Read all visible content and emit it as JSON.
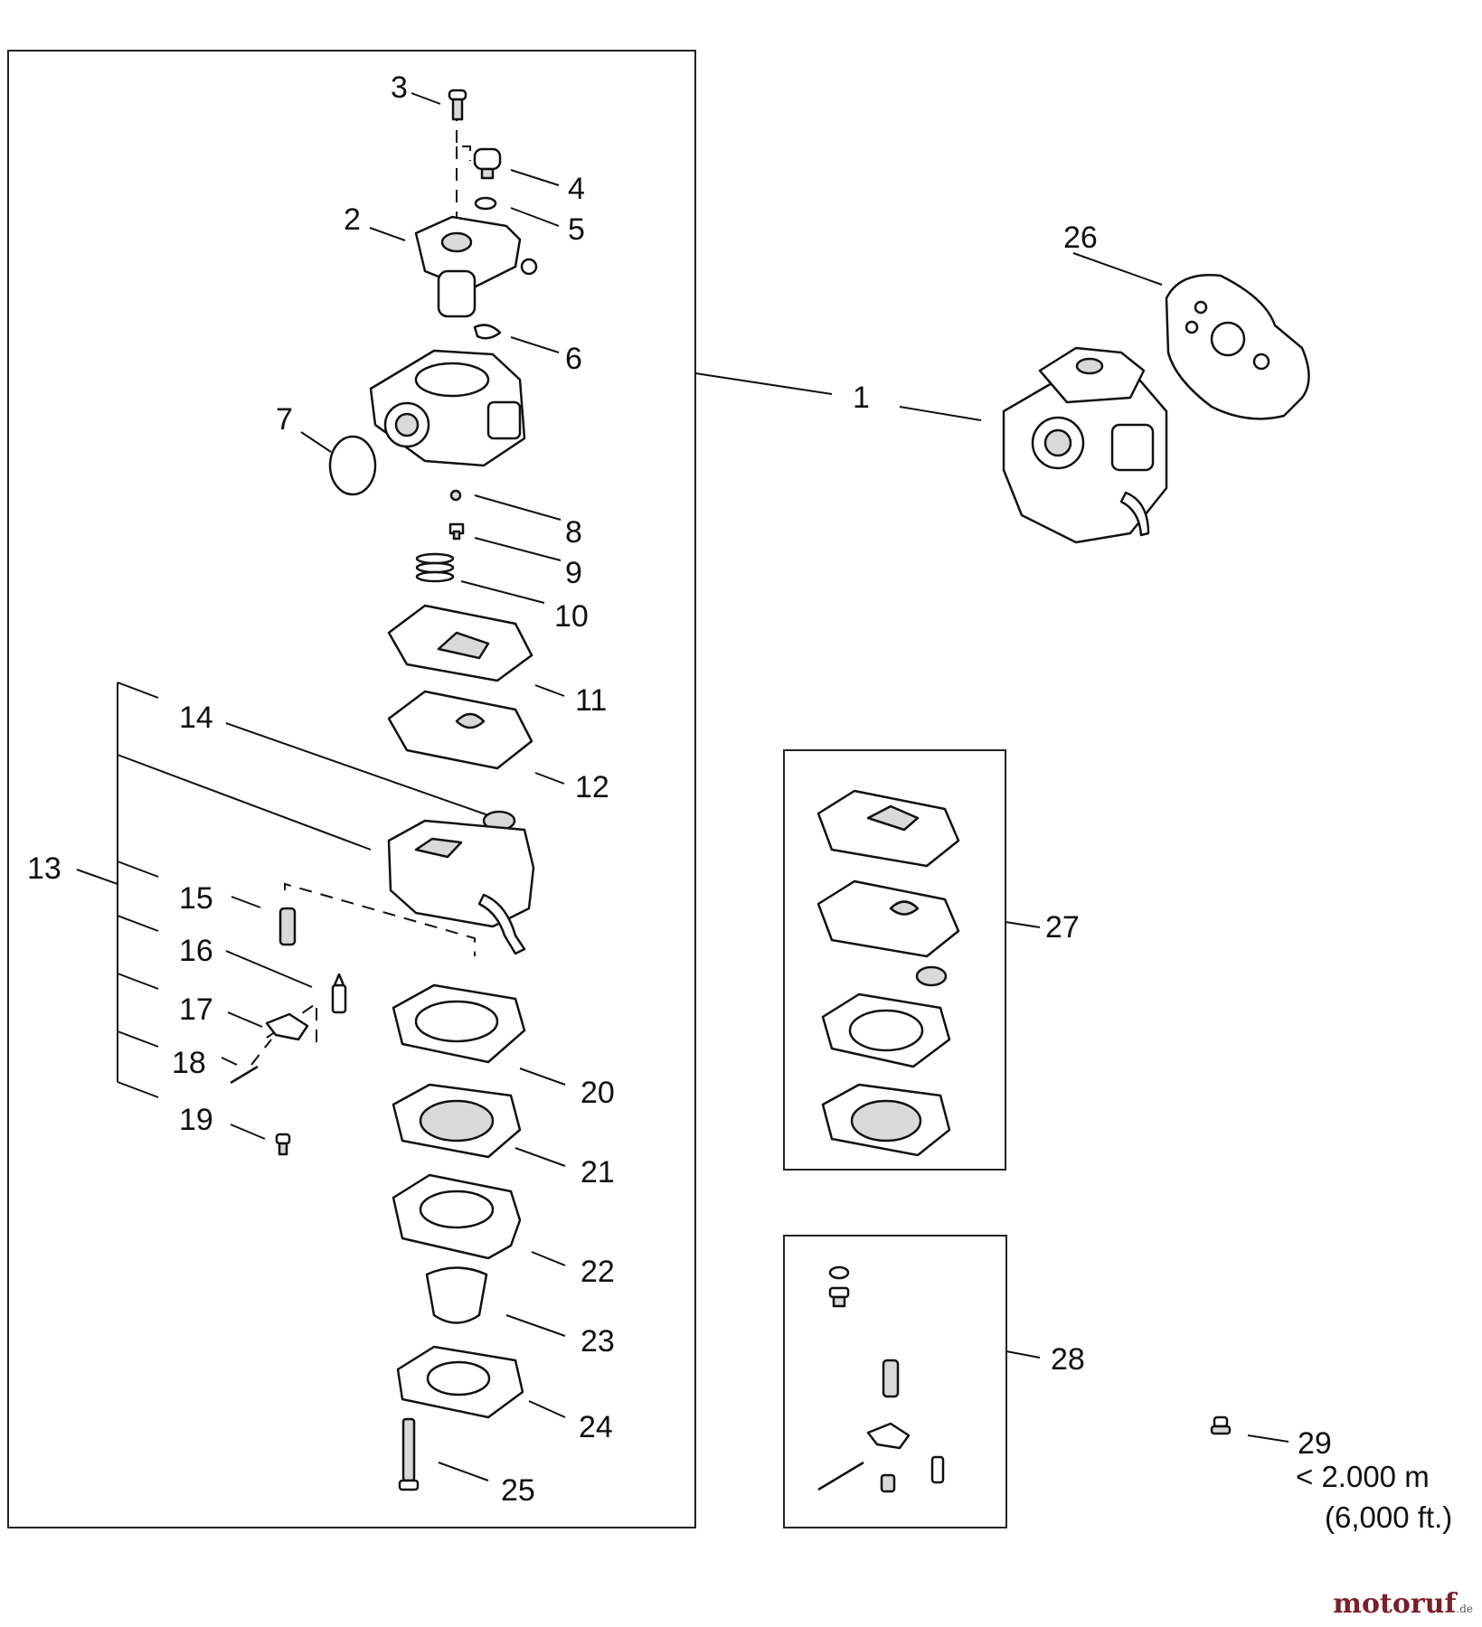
{
  "callouts": {
    "c1": "1",
    "c2": "2",
    "c3": "3",
    "c4": "4",
    "c5": "5",
    "c6": "6",
    "c7": "7",
    "c8": "8",
    "c9": "9",
    "c10": "10",
    "c11": "11",
    "c12": "12",
    "c13": "13",
    "c14": "14",
    "c15": "15",
    "c16": "16",
    "c17": "17",
    "c18": "18",
    "c19": "19",
    "c20": "20",
    "c21": "21",
    "c22": "22",
    "c23": "23",
    "c24": "24",
    "c25": "25",
    "c26": "26",
    "c27": "27",
    "c28": "28",
    "c29": "29"
  },
  "note_29": {
    "altitude": "< 2.000 m",
    "feet": "(6,000 ft.)"
  },
  "watermark": {
    "name": "motoruf",
    "tld": ".de",
    "color": "#7a1f2b"
  }
}
